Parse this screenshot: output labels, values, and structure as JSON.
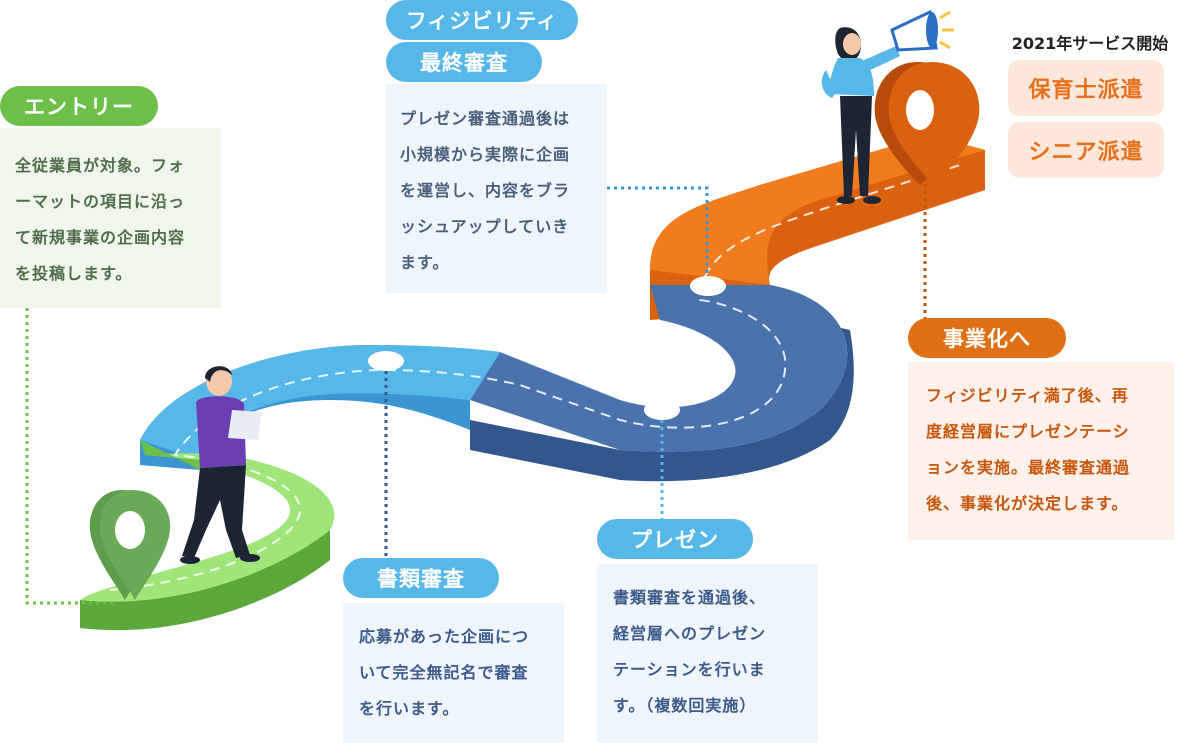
{
  "stages": {
    "entry": {
      "title": "エントリー",
      "lines": [
        "全従業員が対象。フォ",
        "ーマットの項目に沿っ",
        "て新規事業の企画内容",
        "を投稿します。"
      ]
    },
    "document_review": {
      "title": "書類審査",
      "lines": [
        "応募があった企画につ",
        "いて完全無記名で審査",
        "を行います。"
      ]
    },
    "presentation": {
      "title": "プレゼン",
      "lines": [
        "書類審査を通過後、",
        "経営層へのプレゼン",
        "テーションを行いま",
        "す。（複数回実施）"
      ]
    },
    "feasibility": {
      "title": "フィジビリティ",
      "subtitle": "最終審査",
      "lines": [
        "プレゼン審査通過後は",
        "小規模から実際に企画",
        "を運営し、内容をブラ",
        "ッシュアップしていき",
        "ます。"
      ]
    },
    "commercialization": {
      "title": "事業化へ",
      "lines": [
        "フィジビリティ満了後、再",
        "度経営層にプレゼンテーシ",
        "ョンを実施。最終審査通過",
        "後、事業化が決定します。"
      ]
    }
  },
  "service": {
    "start": "2021年サービス開始",
    "items": [
      "保育士派遣",
      "シニア派遣"
    ]
  },
  "colors": {
    "green": "#6cc04a",
    "light_blue": "#56b8e8",
    "navy": "#4a72ad",
    "orange": "#f07c1e",
    "dark_orange": "#e07015",
    "box_green": "#f0f6ec",
    "box_blue": "#eef6fb",
    "box_orange": "#fdf1ea"
  },
  "icons": [
    "person-with-tablet-icon",
    "woman-with-megaphone-icon",
    "green-pin-icon",
    "orange-pin-icon"
  ]
}
